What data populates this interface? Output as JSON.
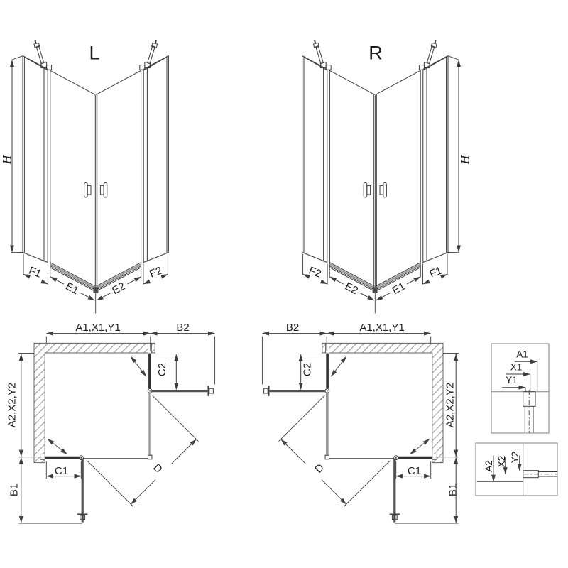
{
  "iso_left": {
    "title": "L",
    "h": "H",
    "f1": "F1",
    "e1": "E1",
    "e2": "E2",
    "f2": "F2"
  },
  "iso_right": {
    "title": "R",
    "h": "H",
    "f1": "F1",
    "e1": "E1",
    "e2": "E2",
    "f2": "F2"
  },
  "plan_left": {
    "a1": "A1,X1,Y1",
    "b2": "B2",
    "a2": "A2,X2,Y2",
    "b1": "B1",
    "c1": "C1",
    "c2": "C2",
    "d": "D"
  },
  "plan_right": {
    "a1": "A1,X1,Y1",
    "b2": "B2",
    "a2": "A2,X2,Y2",
    "b1": "B1",
    "c1": "C1",
    "c2": "C2",
    "d": "D"
  },
  "detail_wall": {
    "a1": "A1",
    "x1": "X1",
    "y1": "Y1"
  },
  "detail_floor": {
    "a2": "A2",
    "x2": "X2",
    "y2": "Y2"
  },
  "colors": {
    "line": "#3d3d3d",
    "text": "#1c1c1c",
    "background": "#ffffff",
    "rail_gray": "#9a9a9a",
    "wall_outline": "#616161"
  }
}
